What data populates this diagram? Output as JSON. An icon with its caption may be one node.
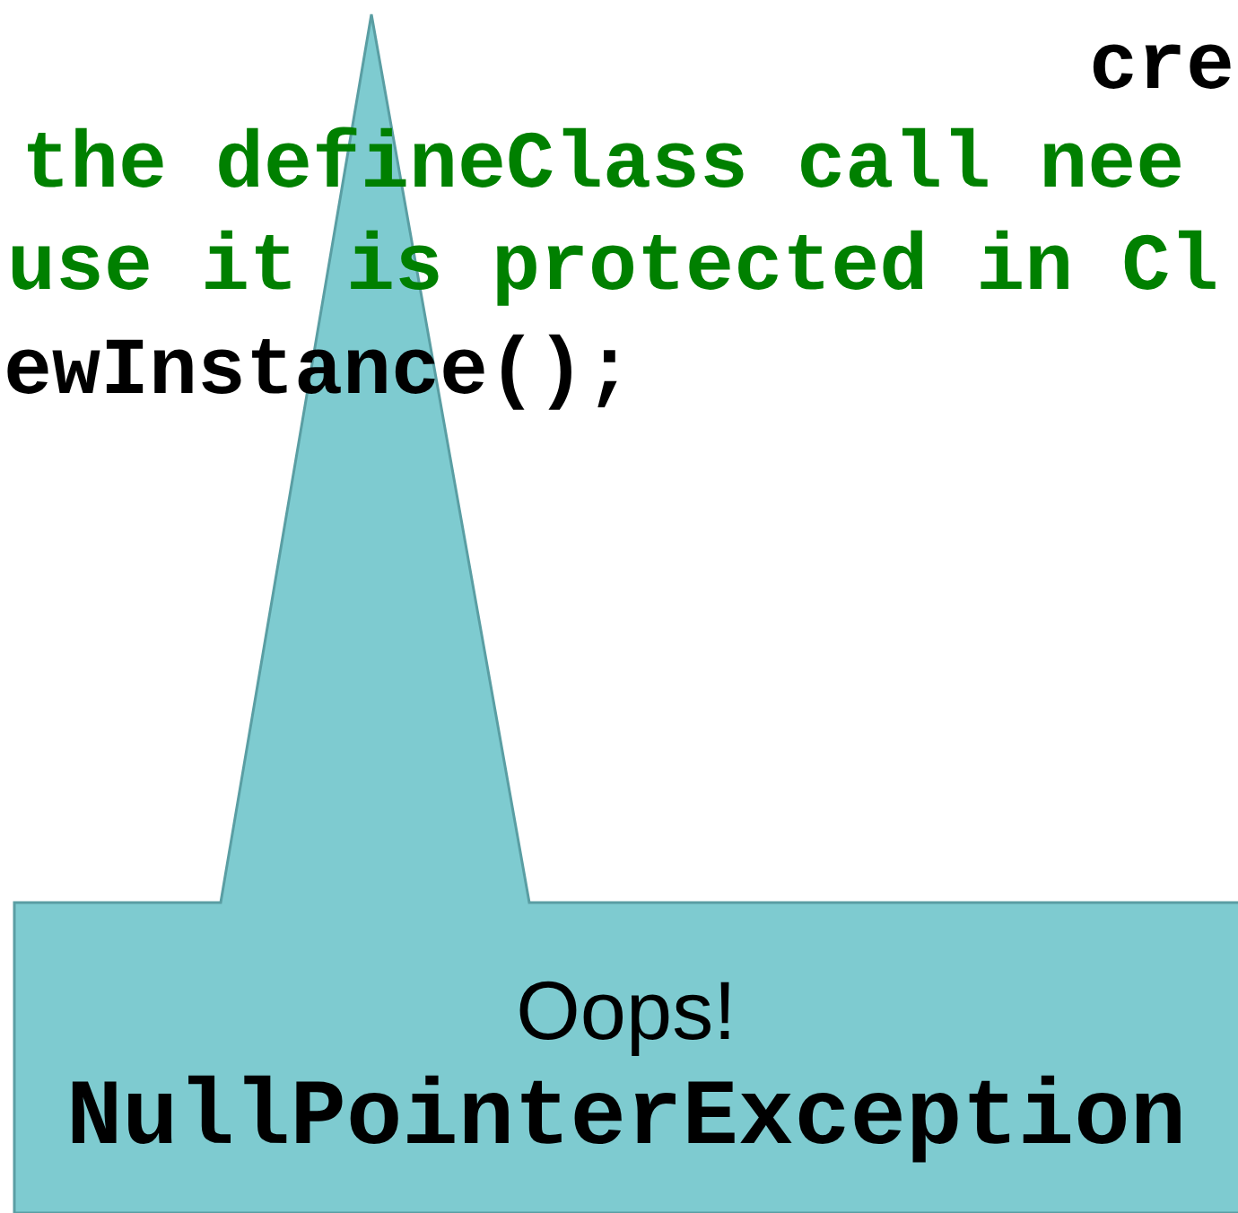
{
  "diagram": {
    "nodes": [
      {
        "text": [
          "Oops!",
          "NullPointerException"
        ]
      }
    ],
    "edges": [],
    "labels": [
      "cre",
      "the defineClass call nee",
      "use it is protected in Cl",
      "ewInstance();"
    ]
  }
}
